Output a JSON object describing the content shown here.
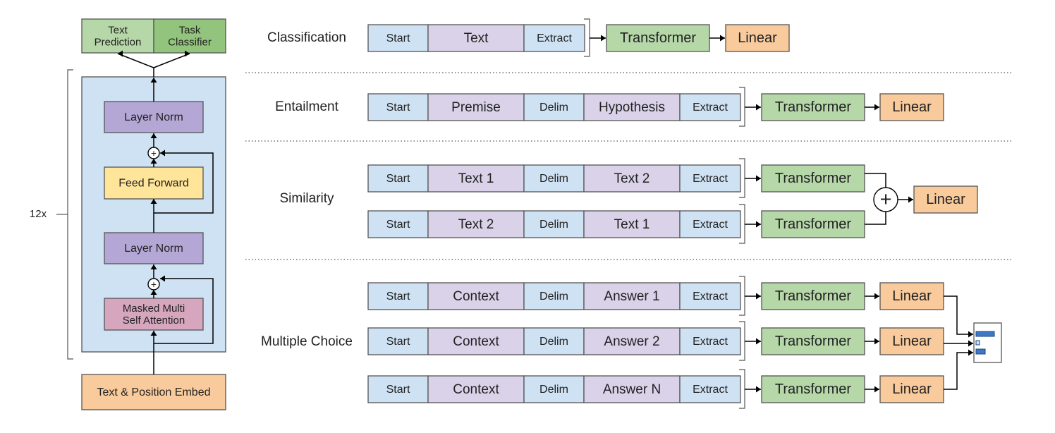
{
  "colors": {
    "token_blue": "#cfe2f3",
    "token_purple": "#d9d2e9",
    "transformer_green": "#b6d7a8",
    "task_green": "#93c47d",
    "linear_orange": "#f9cb9c",
    "layer_norm": "#b4a7d6",
    "feed_forward": "#ffe599",
    "attention": "#d5a6bd",
    "block_bg": "#cfe2f3"
  },
  "architecture": {
    "heads": [
      "Text\nPrediction",
      "Task\nClassifier"
    ],
    "repeat": "12x",
    "layer_norm_top": "Layer Norm",
    "feed_forward": "Feed Forward",
    "layer_norm_bottom": "Layer Norm",
    "attention": "Masked Multi\nSelf Attention",
    "embed": "Text & Position Embed",
    "plus": "+"
  },
  "tasks": {
    "classification": {
      "label": "Classification",
      "tokens": [
        "Start",
        "Text",
        "Extract"
      ],
      "transformer": "Transformer",
      "linear": "Linear"
    },
    "entailment": {
      "label": "Entailment",
      "tokens": [
        "Start",
        "Premise",
        "Delim",
        "Hypothesis",
        "Extract"
      ],
      "transformer": "Transformer",
      "linear": "Linear"
    },
    "similarity": {
      "label": "Similarity",
      "rows": [
        [
          "Start",
          "Text 1",
          "Delim",
          "Text 2",
          "Extract"
        ],
        [
          "Start",
          "Text 2",
          "Delim",
          "Text 1",
          "Extract"
        ]
      ],
      "transformer": "Transformer",
      "linear": "Linear",
      "plus": "+"
    },
    "multiple_choice": {
      "label": "Multiple Choice",
      "rows": [
        [
          "Start",
          "Context",
          "Delim",
          "Answer 1",
          "Extract"
        ],
        [
          "Start",
          "Context",
          "Delim",
          "Answer 2",
          "Extract"
        ],
        [
          "Start",
          "Context",
          "Delim",
          "Answer N",
          "Extract"
        ]
      ],
      "transformer": "Transformer",
      "linear": "Linear"
    }
  }
}
